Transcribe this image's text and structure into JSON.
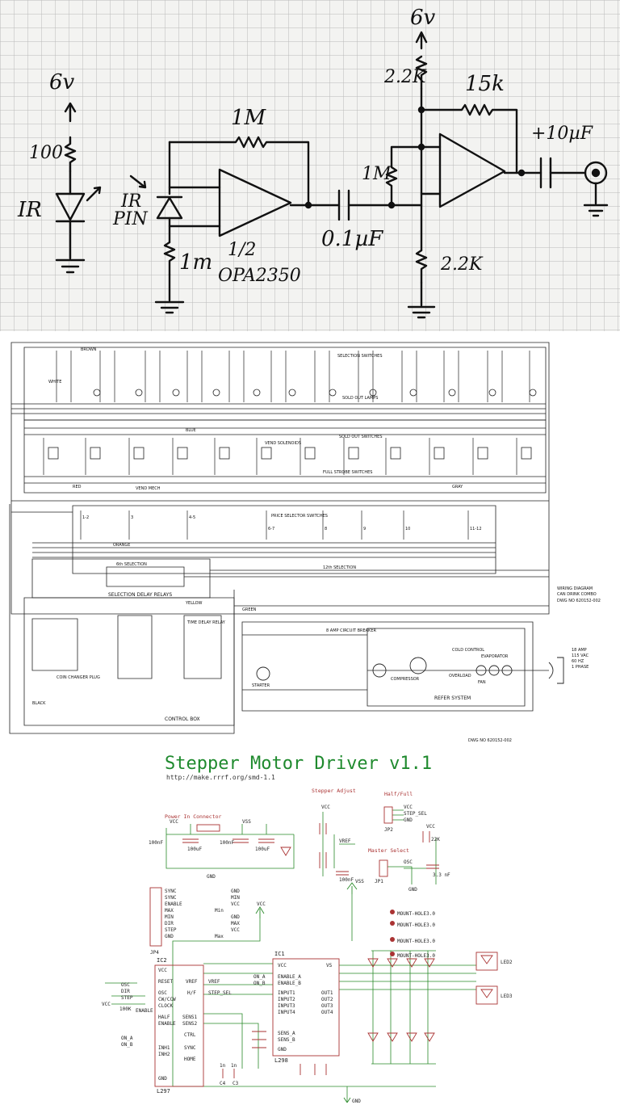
{
  "panel1": {
    "supply_left": "6v",
    "supply_right": "6v",
    "r_100": "100",
    "ir_label": "IR",
    "ir_pin": "IR",
    "ir_pin2": "PIN",
    "r_1m_feedback": "1M",
    "r_1m_bottom": "1m",
    "half": "1/2",
    "opamp": "OPA2350",
    "cap_01": "0.1µF",
    "r_1m_mid": "1M",
    "r_22k_top": "2.2K",
    "r_22k_bottom": "2.2K",
    "r_15k": "15k",
    "cap_10": "+10µF"
  },
  "panel2": {
    "selection_switches": "SELECTION SWITCHES",
    "sold_out_lamps": "SOLD OUT LAMPS",
    "vend_solenoids": "VEND SOLENOIDS",
    "sold_out_switches": "SOLD OUT SWITCHES",
    "full_strobe": "FULL STROBE SWITCHES",
    "vend_mech": "VEND MECH",
    "price_selector": "PRICE SELECTOR SWITCHES",
    "selection_12": "12th SELECTION",
    "selection_6": "6th SELECTION",
    "delay_relays": "SELECTION DELAY RELAYS",
    "coin_changer_plug": "COIN CHANGER PLUG",
    "time_delay_relay": "TIME DELAY RELAY",
    "control_box": "CONTROL BOX",
    "refer_system": "REFER SYSTEM",
    "amp_breaker": "8 AMP CIRCUIT BREAKER",
    "compressor": "COMPRESSOR",
    "overload": "OVERLOAD",
    "starter": "STARTER",
    "cold_control": "COLD CONTROL",
    "evaporator": "EVAPORATOR",
    "fan": "FAN",
    "specs": [
      "18 AMP",
      "115 VAC",
      "60 HZ",
      "1 PHASE"
    ],
    "wiring_title": [
      "WIRING DIAGRAM",
      "CAN DRINK COMBO"
    ],
    "dwg_no": "DWG NO 620152-002",
    "dwg_no_bottom": "DWG NO 620152-002",
    "wire_colors": [
      "BROWN",
      "WHITE",
      "BLUE",
      "YELLOW",
      "GREEN",
      "ORANGE",
      "RED",
      "BLACK",
      "GRAY"
    ],
    "switch_groups": [
      "1-2",
      "3",
      "4-5",
      "6-7",
      "8",
      "9",
      "10",
      "11-12"
    ]
  },
  "panel3": {
    "title": "Stepper Motor Driver v1.1",
    "url": "http://make.rrrf.org/smd-1.1",
    "power_in": "Power In Connector",
    "stepper_adjust": "Stepper Adjust",
    "half_full": "Half/Full",
    "master_select": "Master Select",
    "vcc": "VCC",
    "vss": "VSS",
    "gnd": "GND",
    "step_sel": "STEP_SEL",
    "vref": "VREF",
    "osc": "OSC",
    "c_100n": "100nF",
    "c_100u": "100uF",
    "c_33n": "3.3 nF",
    "r_22k": "22K",
    "r_100k": "100K",
    "jp2": "JP2",
    "jp1": "JP1",
    "jp4": "JP4",
    "mount_holes": [
      "MOUNT-HOLE3.0",
      "MOUNT-HOLE3.0",
      "MOUNT-HOLE3.0",
      "MOUNT-HOLE3.0"
    ],
    "header_pins": [
      "SYNC",
      "SYNC",
      "ENABLE",
      "MAX",
      "MIN",
      "DIR",
      "STEP",
      "GND"
    ],
    "x2_pins": [
      "GND",
      "MIN",
      "VCC",
      "Min",
      "GND",
      "MAX",
      "VCC",
      "Max"
    ],
    "ic2_name": "IC2",
    "ic2_part": "L297",
    "ic2_left": [
      "VCC",
      "RESET",
      "OSC",
      "CW/CCW",
      "CLOCK",
      "HALF",
      "ENABLE",
      "INH1",
      "INH2",
      "GND"
    ],
    "ic2_right": [
      "VREF",
      "H/F",
      "SENS1",
      "SENS2",
      "CTRL",
      "SYNC",
      "HOME"
    ],
    "ic1_name": "IC1",
    "ic1_part": "L298",
    "ic1_left": [
      "VCC",
      "ENABLE_A",
      "ENABLE_B",
      "INPUT1",
      "INPUT2",
      "INPUT3",
      "INPUT4",
      "SENS_A",
      "SENS_B",
      "GND"
    ],
    "ic1_right": [
      "VS",
      "OUT1",
      "OUT2",
      "OUT3",
      "OUT4"
    ],
    "nets_left": [
      "OSC",
      "DIR",
      "STEP",
      "VCC",
      "ENABLE",
      "ON_A",
      "ON_B"
    ],
    "nets_mid": [
      "ON_A",
      "ON_B"
    ],
    "caps_bottom": [
      "1n",
      "1n",
      "C4",
      "C3"
    ],
    "leds": [
      "LED2",
      "LED3"
    ]
  }
}
